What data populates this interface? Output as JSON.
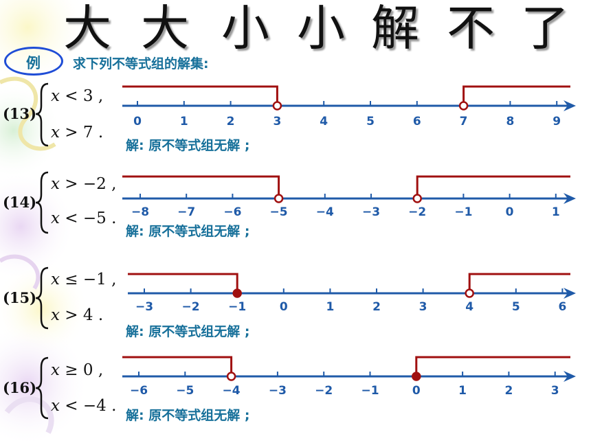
{
  "title_chars": [
    "大",
    "大",
    "小",
    "小",
    "解",
    "不",
    "了"
  ],
  "example_label": "例",
  "instruction": "求下列不等式组的解集:",
  "colors": {
    "axis": "#1f5aa8",
    "solution": "#a01010",
    "teal": "#17709a"
  },
  "problems": [
    {
      "label": "(13)",
      "ineq1": {
        "var": "x",
        "rel": "< 3 ,",
        "text": "x < 3 ,"
      },
      "ineq2": {
        "var": "x",
        "rel": "> 7 .",
        "text": "x > 7 ."
      },
      "answer": "解: 原不等式组无解 ;",
      "ticks": [
        "0",
        "1",
        "2",
        "3",
        "4",
        "5",
        "6",
        "7",
        "8",
        "9"
      ],
      "rays": [
        {
          "value": 3,
          "direction": "left",
          "closed": false
        },
        {
          "value": 7,
          "direction": "right",
          "closed": false
        }
      ]
    },
    {
      "label": "(14)",
      "ineq1": {
        "var": "x",
        "rel": "> −2 ,",
        "text": "x > −2 ,"
      },
      "ineq2": {
        "var": "x",
        "rel": "< −5 .",
        "text": "x < −5 ."
      },
      "answer": "解: 原不等式组无解 ;",
      "ticks": [
        "−8",
        "−7",
        "−6",
        "−5",
        "−4",
        "−3",
        "−2",
        "−1",
        "0",
        "1"
      ],
      "rays": [
        {
          "value": -5,
          "direction": "left",
          "closed": false
        },
        {
          "value": -2,
          "direction": "right",
          "closed": false
        }
      ]
    },
    {
      "label": "(15)",
      "ineq1": {
        "var": "x",
        "rel": "≤ −1 ,",
        "text": "x ≤ −1 ,"
      },
      "ineq2": {
        "var": "x",
        "rel": "> 4 .",
        "text": "x > 4 ."
      },
      "answer": "解: 原不等式组无解 ;",
      "ticks": [
        "−3",
        "−2",
        "−1",
        "0",
        "1",
        "2",
        "3",
        "4",
        "5",
        "6"
      ],
      "rays": [
        {
          "value": -1,
          "direction": "left",
          "closed": true
        },
        {
          "value": 4,
          "direction": "right",
          "closed": false
        }
      ]
    },
    {
      "label": "(16)",
      "ineq1": {
        "var": "x",
        "rel": "≥ 0 ,",
        "text": "x ≥ 0 ,"
      },
      "ineq2": {
        "var": "x",
        "rel": "< −4 .",
        "text": "x < −4 ."
      },
      "answer": "解: 原不等式组无解 ;",
      "ticks": [
        "−6",
        "−5",
        "−4",
        "−3",
        "−2",
        "−1",
        "0",
        "1",
        "2",
        "3"
      ],
      "rays": [
        {
          "value": -4,
          "direction": "left",
          "closed": false
        },
        {
          "value": 0,
          "direction": "right",
          "closed": true
        }
      ]
    }
  ]
}
